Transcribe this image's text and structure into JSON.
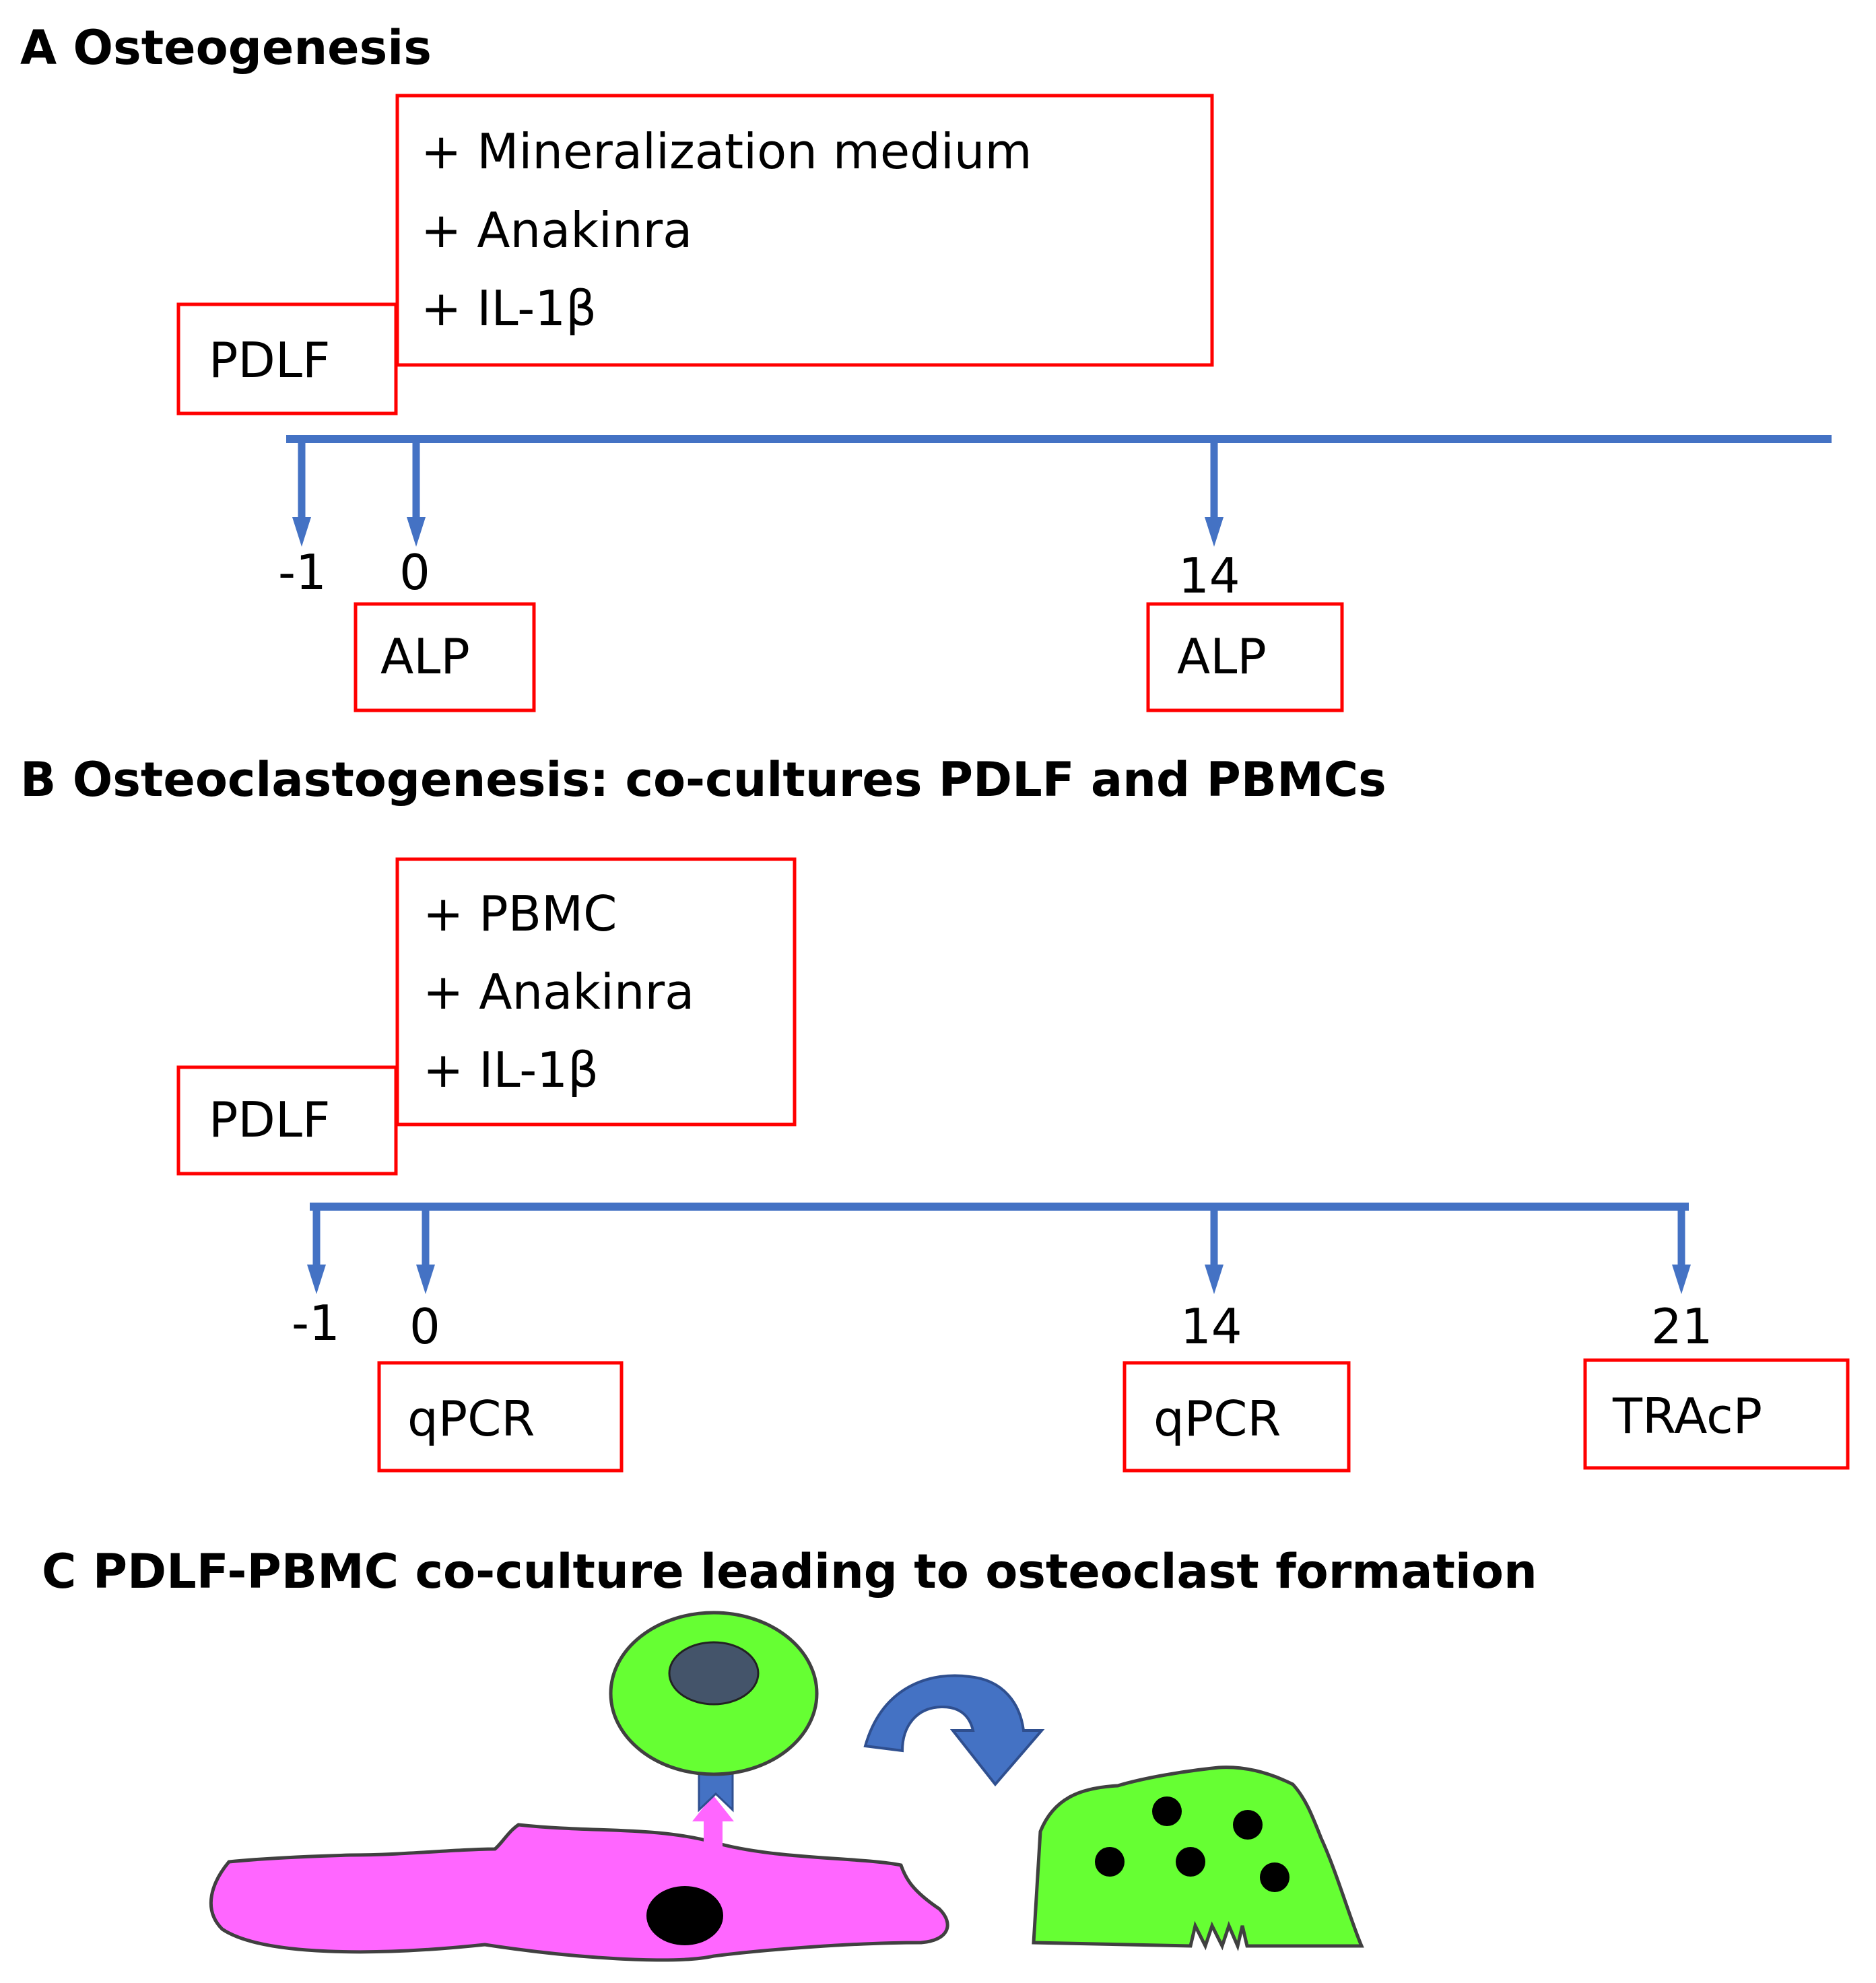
{
  "panel_a": {
    "title": "A Osteogenesis",
    "cell_label": "PDLF",
    "treatments": [
      "+ Mineralization medium",
      "+ Anakinra",
      "+ IL-1β"
    ],
    "days": [
      {
        "label": "-1",
        "assay": ""
      },
      {
        "label": "0",
        "assay": "ALP"
      },
      {
        "label": "14",
        "assay": "ALP"
      }
    ]
  },
  "panel_b": {
    "title": "B Osteoclastogenesis: co-cultures PDLF and PBMCs",
    "cell_label": "PDLF",
    "treatments": [
      "+ PBMC",
      "+ Anakinra",
      "+ IL-1β"
    ],
    "days": [
      {
        "label": "-1",
        "assay": ""
      },
      {
        "label": "0",
        "assay": "qPCR"
      },
      {
        "label": "14",
        "assay": "qPCR"
      },
      {
        "label": "21",
        "assay": "TRAcP"
      }
    ]
  },
  "panel_c": {
    "title": "C PDLF-PBMC co-culture leading to osteoclast formation"
  },
  "colors": {
    "timeline": "#4472c4",
    "box_border": "#ff0000",
    "fibroblast": "#ff66ff",
    "monocyte": "#66ff33",
    "monocyte_nucleus": "#44546a",
    "osteoclast": "#66ff33",
    "nucleus": "#000000",
    "transition_arrow": "#4472c4"
  }
}
